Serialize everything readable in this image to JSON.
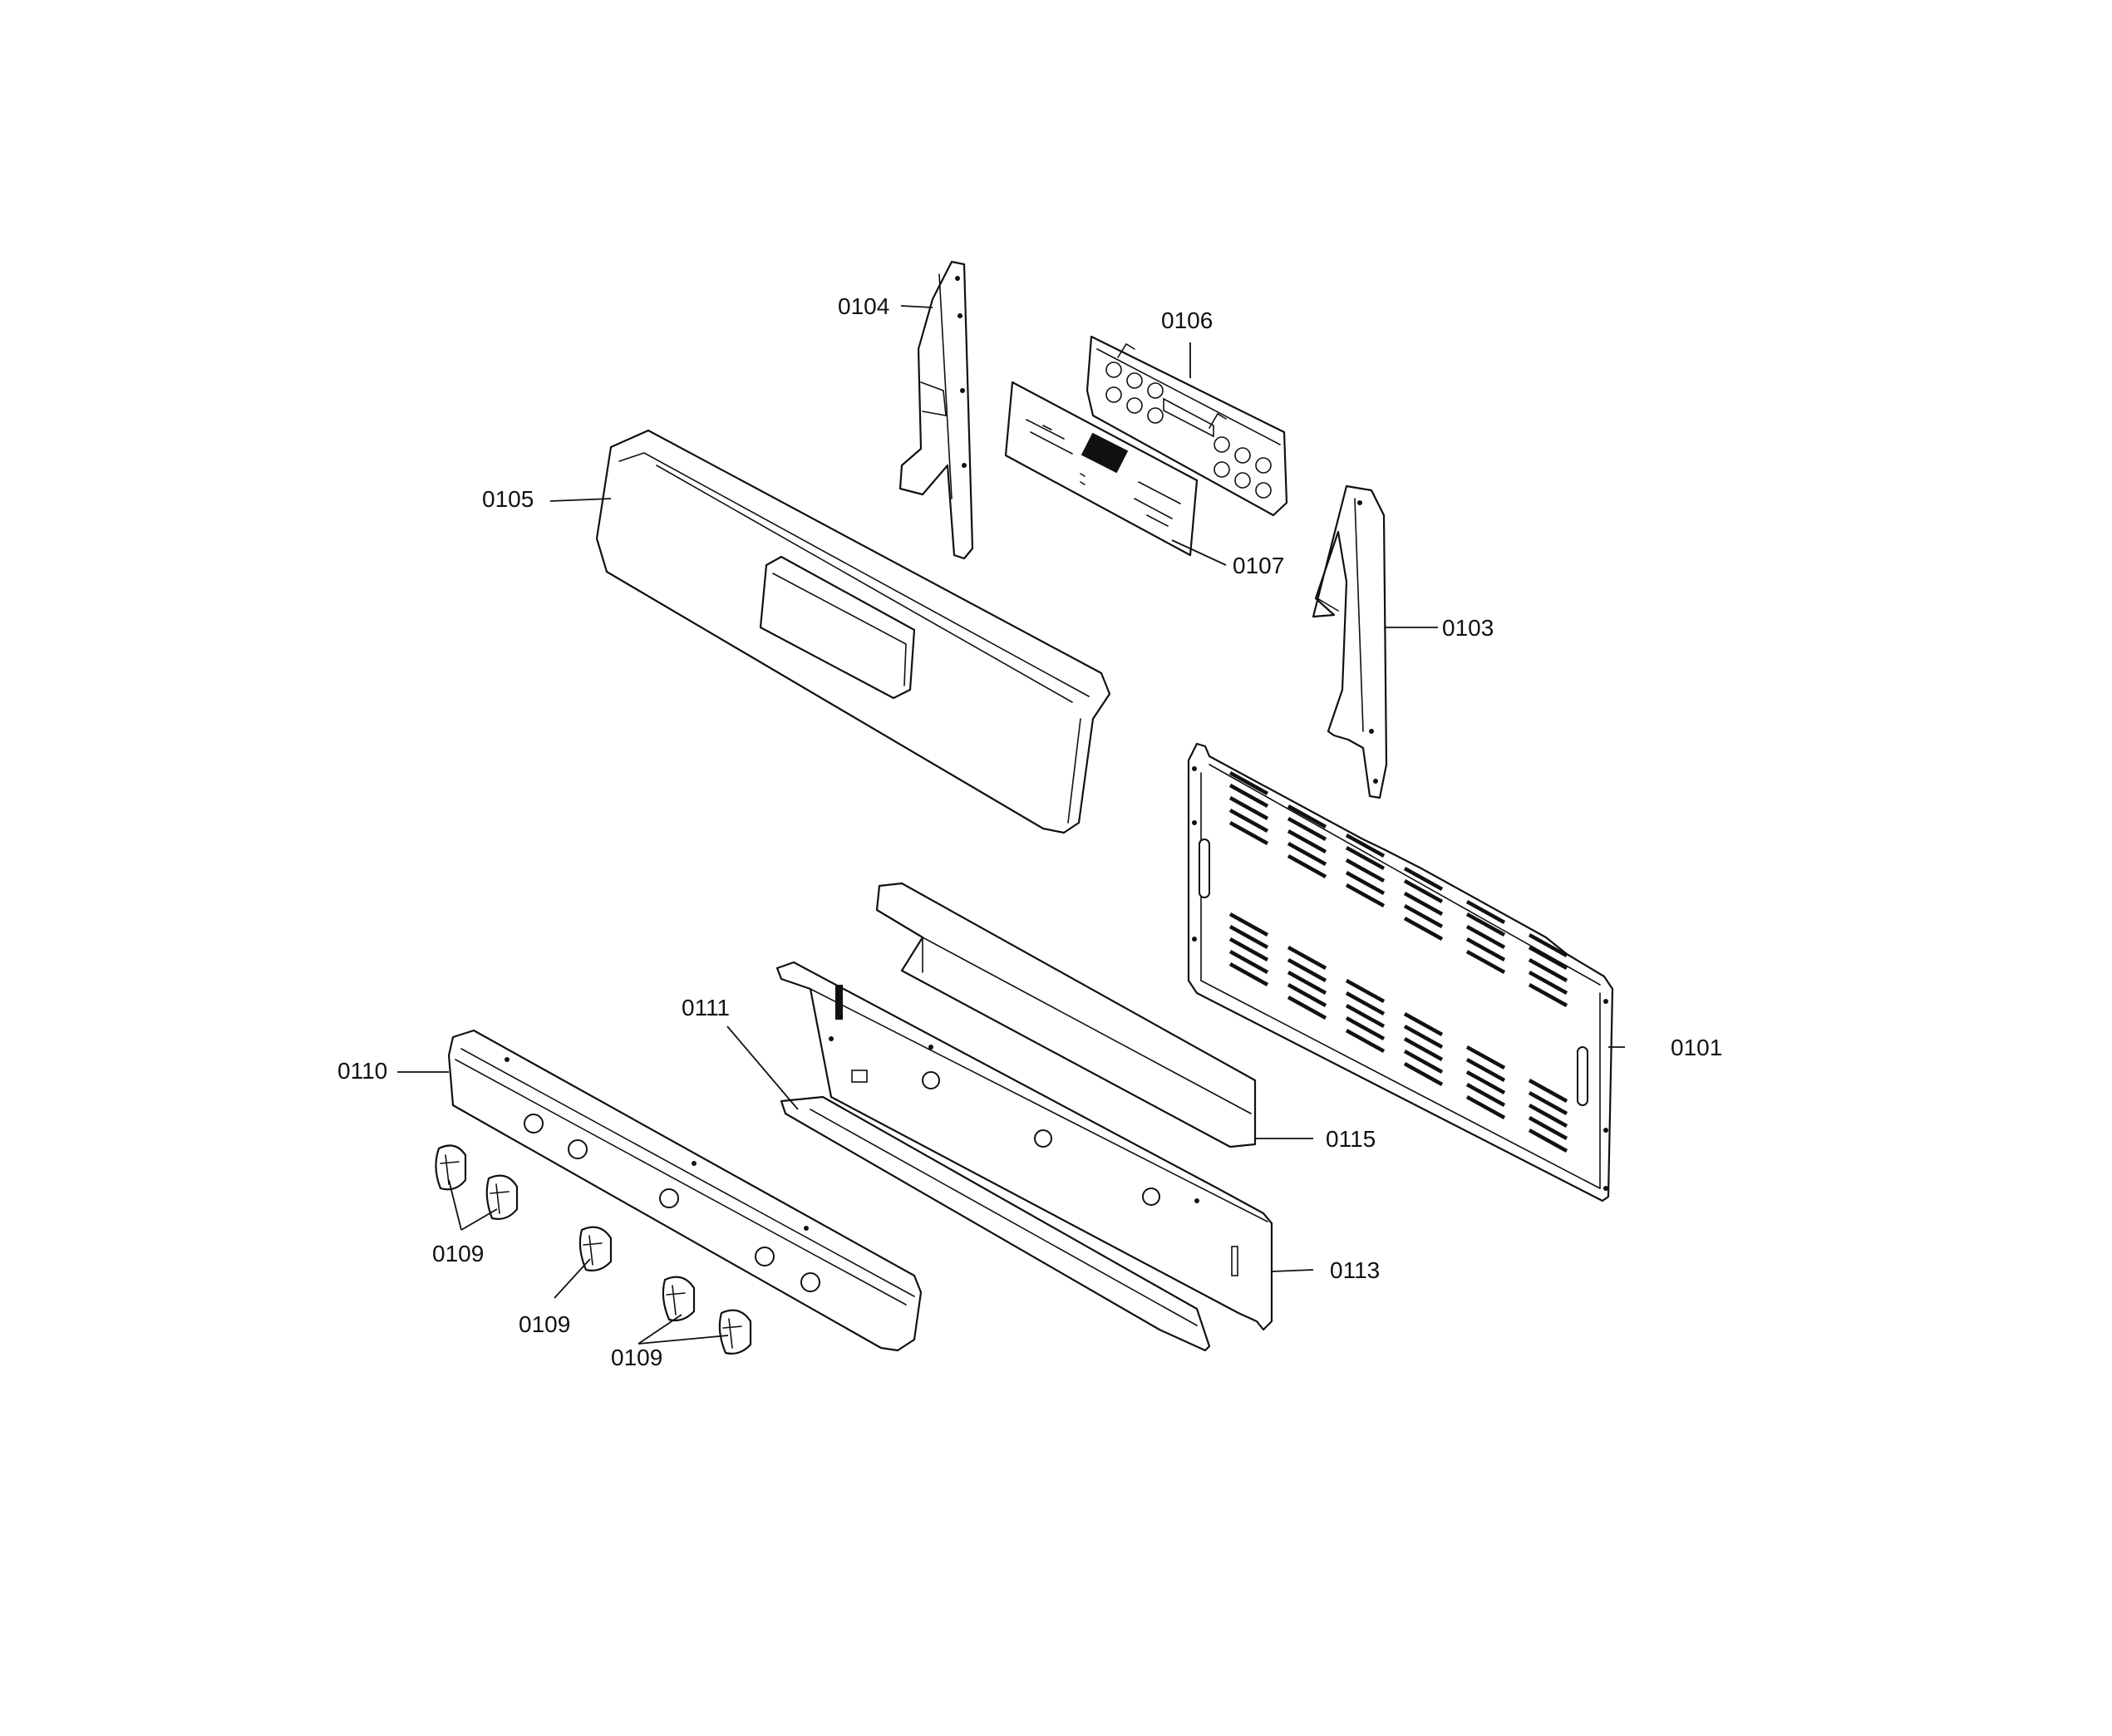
{
  "callouts": {
    "c0101": "0101",
    "c0103": "0103",
    "c0104": "0104",
    "c0105": "0105",
    "c0106": "0106",
    "c0107": "0107",
    "c0109a": "0109",
    "c0109b": "0109",
    "c0109c": "0109",
    "c0110": "0110",
    "c0111": "0111",
    "c0113": "0113",
    "c0115": "0115"
  }
}
